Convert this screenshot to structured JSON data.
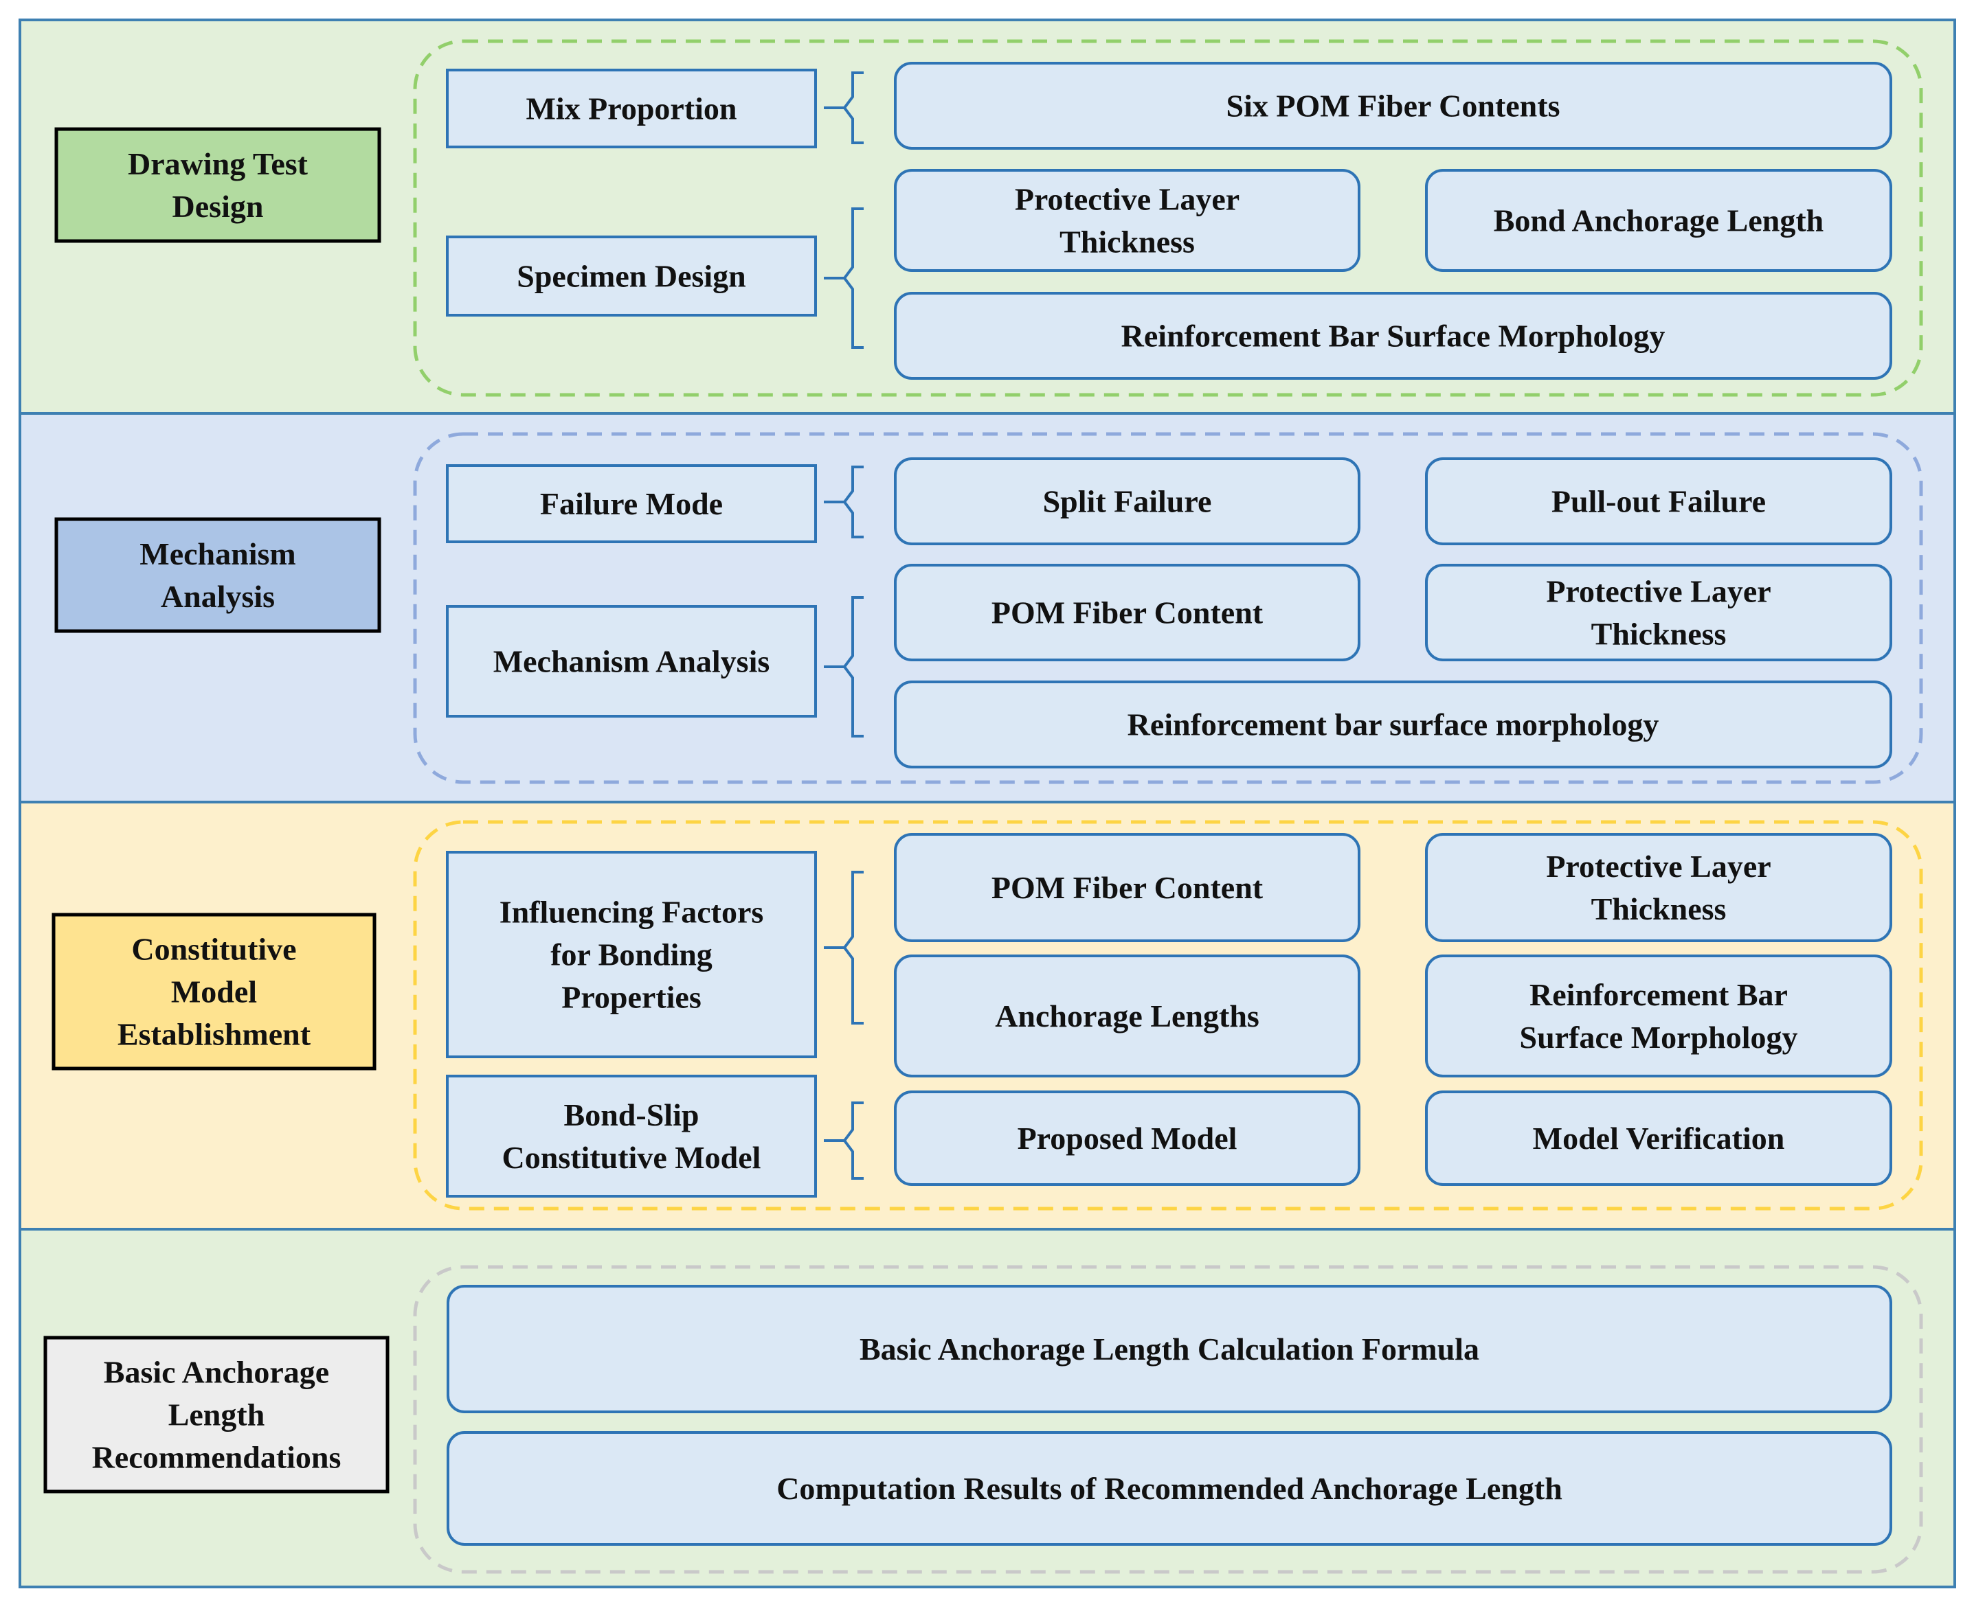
{
  "colors": {
    "outer_border": "#3e80b2",
    "box_fill": "#dbe8f5",
    "box_border": "#2e74b5",
    "text": "#111111"
  },
  "sections": [
    {
      "id": "drawing",
      "background": "#e3f0da",
      "dash_color": "#92cf6b",
      "label": {
        "lines": [
          "Drawing Test",
          "Design"
        ],
        "fill": "#b2dba0"
      },
      "groups": [
        {
          "lines": [
            "Mix Proportion"
          ],
          "items": [
            {
              "lines": [
                "Six POM Fiber Contents"
              ]
            }
          ]
        },
        {
          "lines": [
            "Specimen Design"
          ],
          "items": [
            {
              "lines": [
                "Protective Layer",
                "Thickness"
              ]
            },
            {
              "lines": [
                "Bond Anchorage Length"
              ]
            },
            {
              "lines": [
                "Reinforcement Bar Surface Morphology"
              ]
            }
          ]
        }
      ]
    },
    {
      "id": "mechanism",
      "background": "#dae5f5",
      "dash_color": "#8ea9dc",
      "label": {
        "lines": [
          "Mechanism",
          "Analysis"
        ],
        "fill": "#abc4e6"
      },
      "groups": [
        {
          "lines": [
            "Failure Mode"
          ],
          "items": [
            {
              "lines": [
                "Split Failure"
              ]
            },
            {
              "lines": [
                "Pull-out Failure"
              ]
            }
          ]
        },
        {
          "lines": [
            "Mechanism Analysis"
          ],
          "items": [
            {
              "lines": [
                "POM Fiber Content"
              ]
            },
            {
              "lines": [
                "Protective Layer",
                "Thickness"
              ]
            },
            {
              "lines": [
                "Reinforcement bar surface morphology"
              ]
            }
          ]
        }
      ]
    },
    {
      "id": "constitutive",
      "background": "#fdf0cc",
      "dash_color": "#fdd444",
      "label": {
        "lines": [
          "Constitutive",
          "Model",
          "Establishment"
        ],
        "fill": "#fee390"
      },
      "groups": [
        {
          "lines": [
            "Influencing Factors",
            "for Bonding",
            "Properties"
          ],
          "items": [
            {
              "lines": [
                "POM Fiber Content"
              ]
            },
            {
              "lines": [
                "Protective Layer",
                "Thickness"
              ]
            },
            {
              "lines": [
                "Anchorage Lengths"
              ]
            },
            {
              "lines": [
                "Reinforcement Bar",
                "Surface Morphology"
              ]
            }
          ]
        },
        {
          "lines": [
            "Bond-Slip",
            "Constitutive Model"
          ],
          "items": [
            {
              "lines": [
                "Proposed Model"
              ]
            },
            {
              "lines": [
                "Model Verification"
              ]
            }
          ]
        }
      ]
    },
    {
      "id": "recommendation",
      "background": "#e3f0da",
      "dash_color": "#c9c9c9",
      "label": {
        "lines": [
          "Basic Anchorage",
          "Length",
          "Recommendations"
        ],
        "fill": "#ededed"
      },
      "groups": [
        {
          "items": [
            {
              "lines": [
                "Basic Anchorage Length Calculation Formula"
              ]
            },
            {
              "lines": [
                "Computation Results of Recommended Anchorage Length"
              ]
            }
          ]
        }
      ]
    }
  ]
}
